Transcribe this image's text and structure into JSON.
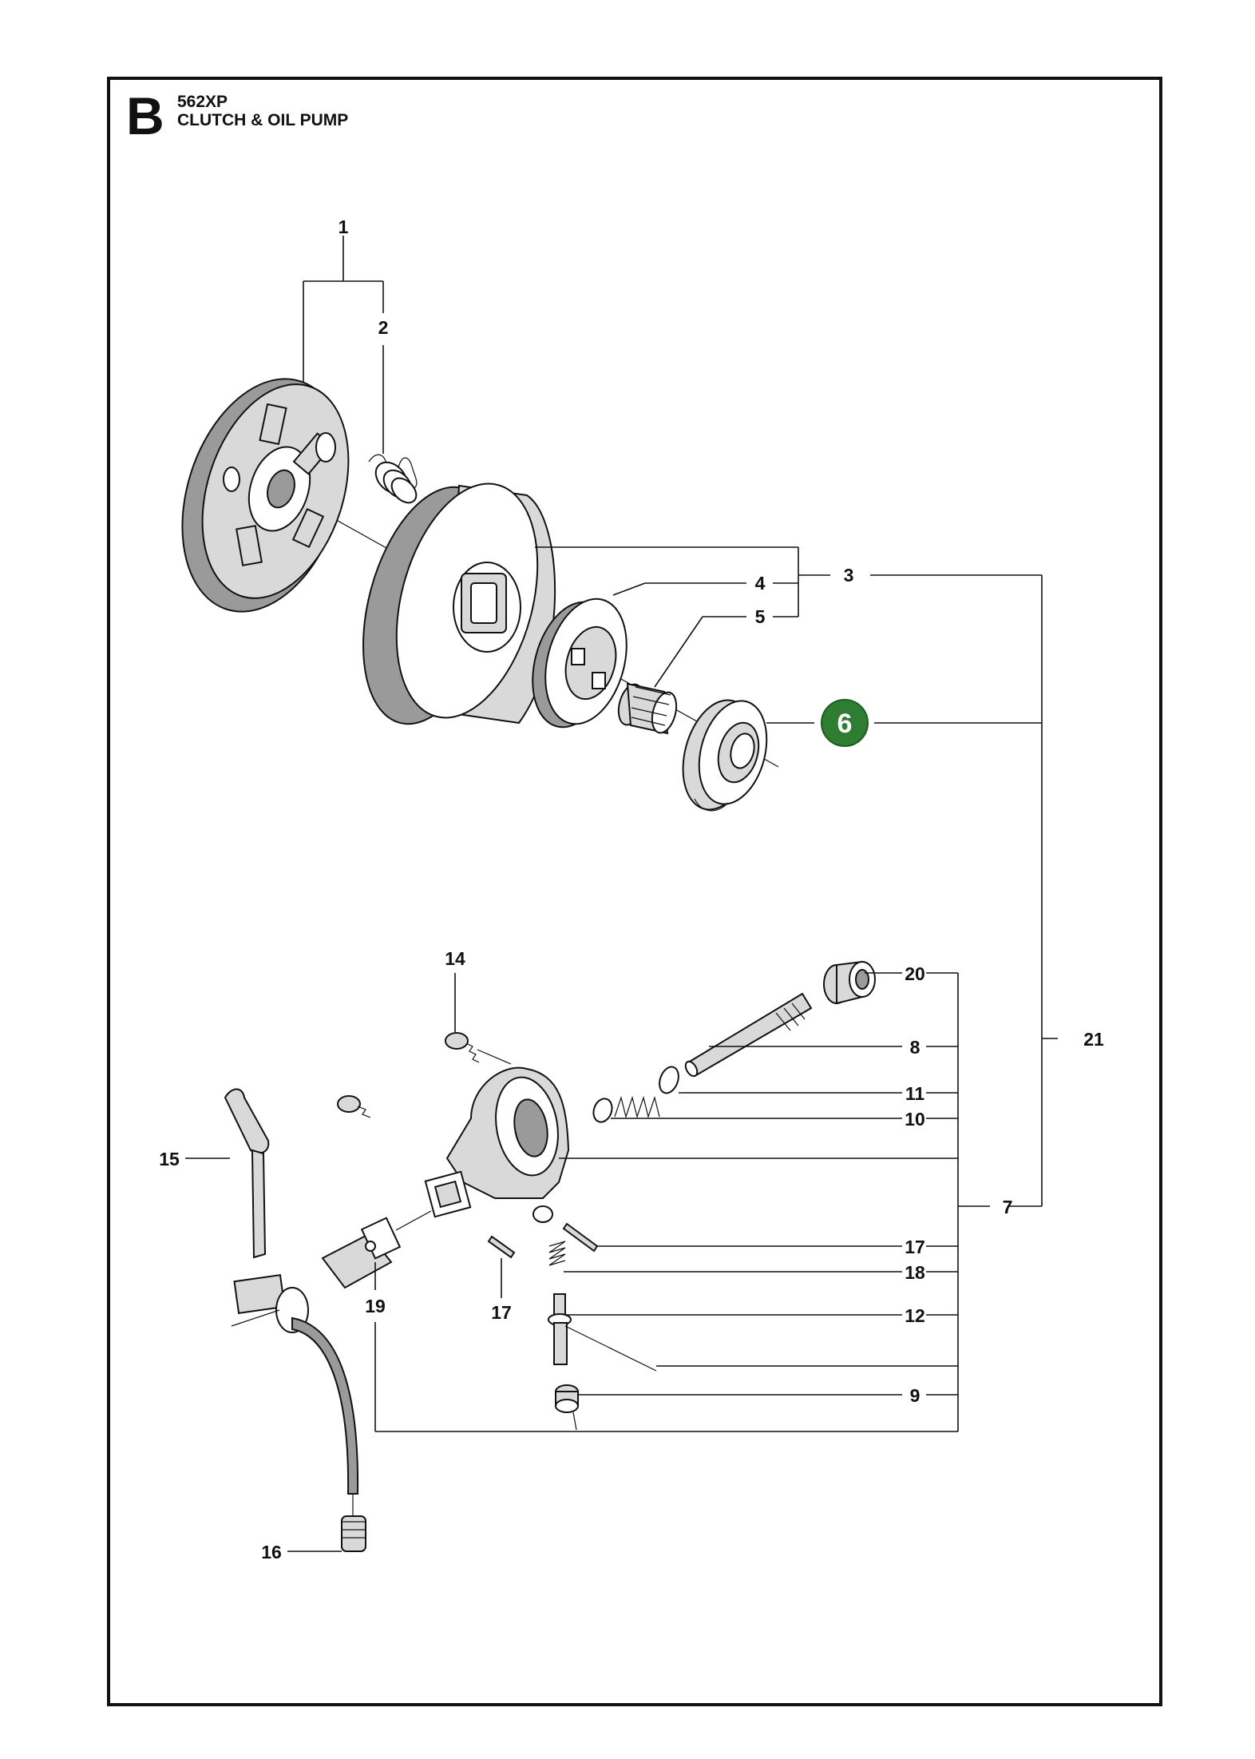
{
  "header": {
    "section_letter": "B",
    "model": "562XP",
    "title": "CLUTCH & OIL PUMP"
  },
  "callouts": [
    {
      "id": "c1",
      "label": "1"
    },
    {
      "id": "c2",
      "label": "2"
    },
    {
      "id": "c3",
      "label": "3"
    },
    {
      "id": "c4",
      "label": "4"
    },
    {
      "id": "c5",
      "label": "5"
    },
    {
      "id": "c6",
      "label": "6",
      "highlighted": true
    },
    {
      "id": "c14",
      "label": "14"
    },
    {
      "id": "c20",
      "label": "20"
    },
    {
      "id": "c8",
      "label": "8"
    },
    {
      "id": "c21",
      "label": "21"
    },
    {
      "id": "c11",
      "label": "11"
    },
    {
      "id": "c10",
      "label": "10"
    },
    {
      "id": "c15",
      "label": "15"
    },
    {
      "id": "c7",
      "label": "7"
    },
    {
      "id": "c17a",
      "label": "17"
    },
    {
      "id": "c18",
      "label": "18"
    },
    {
      "id": "c19",
      "label": "19"
    },
    {
      "id": "c17b",
      "label": "17"
    },
    {
      "id": "c12",
      "label": "12"
    },
    {
      "id": "c9",
      "label": "9"
    },
    {
      "id": "c16",
      "label": "16"
    }
  ],
  "colors": {
    "highlight": "#2e7d32",
    "line": "#111111"
  }
}
